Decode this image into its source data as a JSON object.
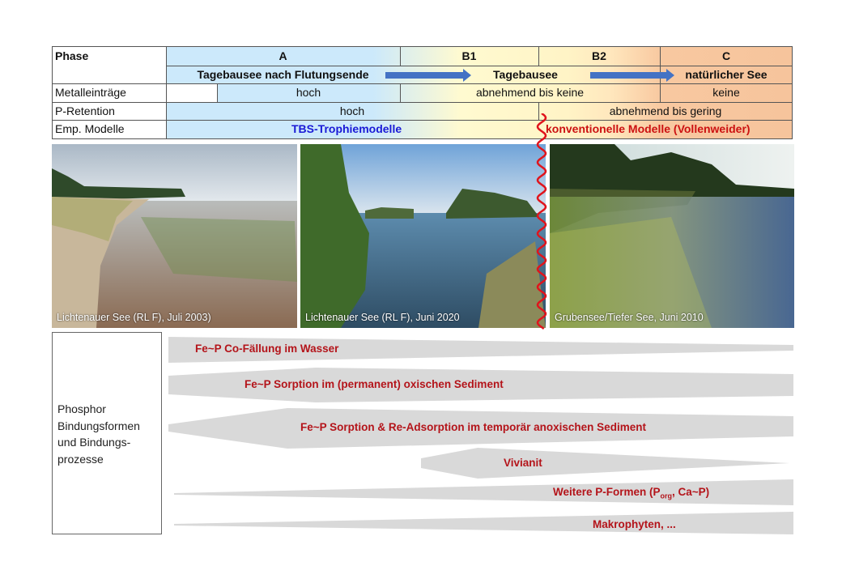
{
  "table": {
    "row_labels": {
      "phase": "Phase",
      "metal": "Metalleinträge",
      "p_retention": "P-Retention",
      "models": "Emp. Modelle"
    },
    "phases": [
      "A",
      "B1",
      "B2",
      "C"
    ],
    "lake_stages": [
      "Tagebausee nach Flutungsende",
      "Tagebausee",
      "natürlicher See"
    ],
    "metal_inputs": [
      "hoch",
      "abnehmend bis keine",
      "keine"
    ],
    "p_retention": [
      "hoch",
      "abnehmend bis gering"
    ],
    "models": [
      "TBS-Trophiemodelle",
      "konventionelle Modelle (Vollenweider)"
    ],
    "colors": {
      "phase_a": "#cce9fb",
      "phase_b": "#fff6c8",
      "phase_c": "#f6c49c",
      "arrow": "#4472c4",
      "tbs_text": "#1a1ad6",
      "conventional_text": "#cc1111",
      "divider_wave": "#e0141c"
    }
  },
  "photos": [
    {
      "caption": "Lichtenauer See (RL F), Juli 2003)"
    },
    {
      "caption": "Lichtenauer See (RL F), Juni 2020"
    },
    {
      "caption": "Grubensee/Tiefer See, Juni 2010"
    }
  ],
  "processes": {
    "title": "Phosphor Bindungsformen und Bindungs-prozesse",
    "title_lines": [
      "Phosphor",
      "Bindungsformen",
      "und Bindungs-",
      "prozesse"
    ],
    "items": [
      {
        "label": "Fe~P Co-Fällung im Wasser"
      },
      {
        "label": "Fe~P Sorption im (permanent) oxischen Sediment"
      },
      {
        "label": "Fe~P Sorption & Re-Adsorption im temporär anoxischen Sediment"
      },
      {
        "label": "Vivianit"
      },
      {
        "label_pre": "Weitere P-Formen (P",
        "label_sub": "org",
        "label_post": ", Ca~P)"
      },
      {
        "label": "Makrophyten, ..."
      }
    ],
    "colors": {
      "wedge": "#d9d9d9",
      "label": "#b4141a"
    }
  }
}
